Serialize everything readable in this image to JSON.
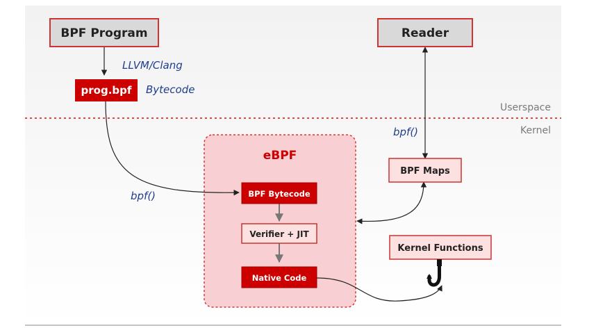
{
  "userspace_label": "Userspace",
  "kernel_label": "Kernel",
  "nodes": {
    "bpf_program": "BPF Program",
    "reader": "Reader",
    "prog_bpf": "prog.bpf",
    "ebpf_title": "eBPF",
    "bpf_bytecode": "BPF Bytecode",
    "verifier_jit": "Verifier + JIT",
    "native_code": "Native Code",
    "bpf_maps": "BPF Maps",
    "kernel_functions": "Kernel Functions"
  },
  "annotations": {
    "llvm_clang": "LLVM/Clang",
    "bytecode": "Bytecode",
    "bpf_call_left": "bpf()",
    "bpf_call_right": "bpf()"
  },
  "colors": {
    "red": "#cc0000",
    "light_red": "#fde0e0",
    "ebpf_fill": "#f8cfd2",
    "gray_box": "#d9d9d9",
    "annotation_blue": "#1f3d8f"
  }
}
